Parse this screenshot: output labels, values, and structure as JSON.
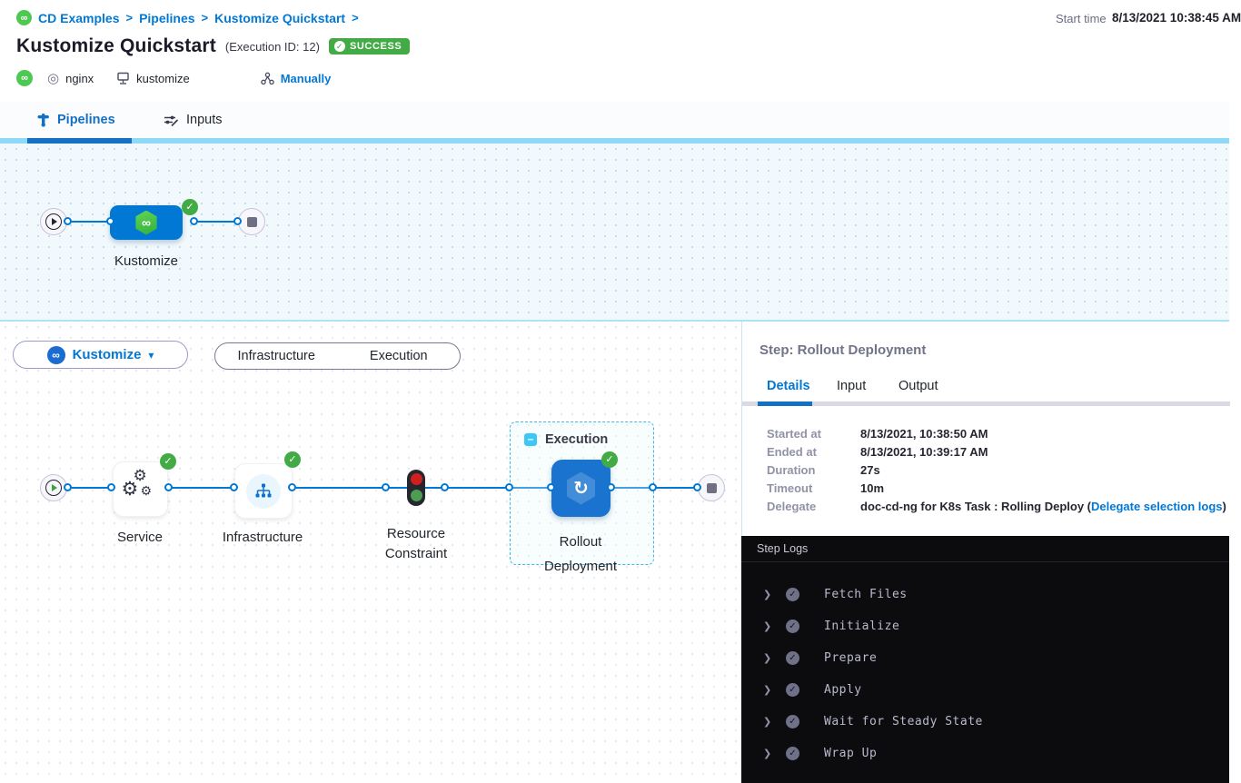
{
  "colors": {
    "primary_blue": "#0278d5",
    "success_green": "#42ab45",
    "logo_green": "#4dc952",
    "log_bg": "#0c0c0f"
  },
  "header": {
    "breadcrumb": {
      "sep": ">",
      "items": [
        "CD Examples",
        "Pipelines",
        "Kustomize Quickstart"
      ]
    },
    "title": "Kustomize Quickstart",
    "execution_id": "(Execution ID: 12)",
    "status_badge": "SUCCESS",
    "start_time_label": "Start time",
    "start_time_value": "8/13/2021 10:38:45 AM",
    "tags": {
      "service": "nginx",
      "stack": "kustomize",
      "trigger": "Manually"
    }
  },
  "nav_tabs": {
    "pipelines": "Pipelines",
    "inputs": "Inputs"
  },
  "stage_graph": {
    "stage_name": "Kustomize"
  },
  "exec_graph": {
    "stage_selector_label": "Kustomize",
    "view_toggle": {
      "infrastructure": "Infrastructure",
      "execution": "Execution"
    },
    "group_label": "Execution",
    "steps": {
      "service": "Service",
      "infrastructure": "Infrastructure",
      "resource_constraint": "Resource Constraint",
      "rollout": "Rollout Deployment"
    }
  },
  "step_panel": {
    "title": "Step: Rollout Deployment",
    "tabs": [
      "Details",
      "Input",
      "Output"
    ],
    "details": [
      {
        "label": "Started at",
        "value": "8/13/2021, 10:38:50 AM"
      },
      {
        "label": "Ended at",
        "value": "8/13/2021, 10:39:17 AM"
      },
      {
        "label": "Duration",
        "value": "27s"
      },
      {
        "label": "Timeout",
        "value": "10m"
      },
      {
        "label": "Delegate",
        "value": "doc-cd-ng for K8s Task : Rolling Deploy (",
        "link": "Delegate selection logs",
        "suffix": ")"
      }
    ]
  },
  "log_panel": {
    "title": "Step Logs",
    "sections": [
      "Fetch Files",
      "Initialize",
      "Prepare",
      "Apply",
      "Wait for Steady State",
      "Wrap Up"
    ]
  },
  "icons": {
    "caret_down": "▾",
    "chevron_right": "❯",
    "check": "✓",
    "minus": "–",
    "infinity": "∞",
    "refresh": "↻",
    "gear": "⚙",
    "target": "◎"
  }
}
